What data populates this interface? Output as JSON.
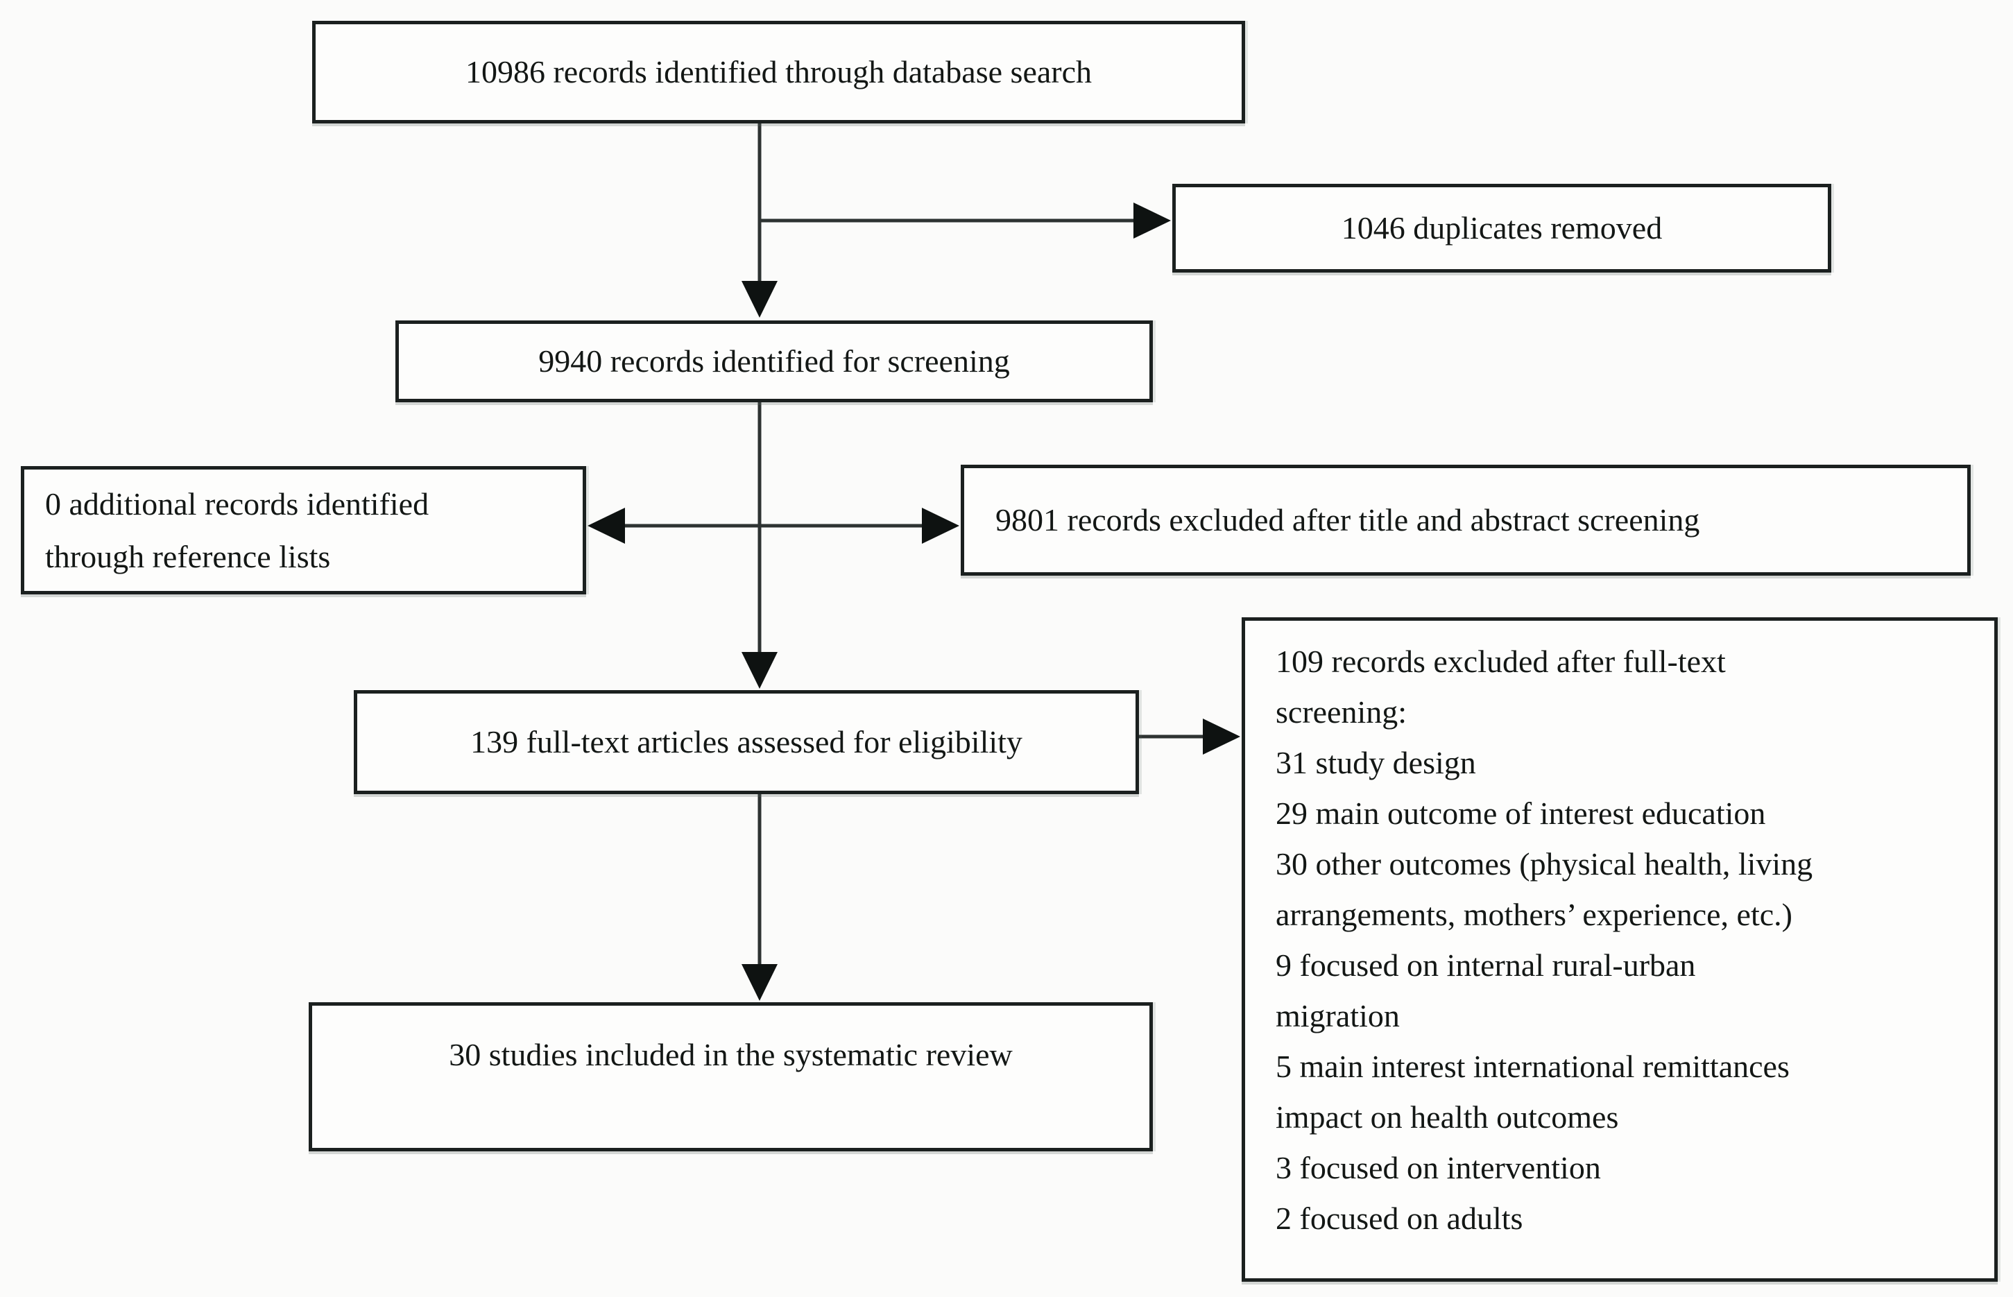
{
  "flowchart": {
    "boxes": {
      "identified": {
        "text": "10986 records identified through database search"
      },
      "duplicates": {
        "text": "1046 duplicates removed"
      },
      "screening": {
        "text": "9940 records identified for screening"
      },
      "reference_lists": {
        "lines": [
          "0 additional records identified",
          "through reference lists"
        ]
      },
      "title_abstract_excluded": {
        "text": "9801 records excluded after title and abstract screening"
      },
      "fulltext": {
        "text": "139 full-text articles assessed for eligibility"
      },
      "fulltext_excluded": {
        "lines": [
          "109 records excluded after full-text",
          "screening:",
          "31 study design",
          "29 main outcome of interest education",
          "30 other outcomes (physical health, living",
          "arrangements, mothers’ experience, etc.)",
          "9 focused on internal rural-urban",
          "migration",
          "5 main interest international remittances",
          "impact on health outcomes",
          "3 focused on intervention",
          "2 focused on adults"
        ]
      },
      "included": {
        "text": "30 studies included in the systematic review"
      }
    },
    "colors": {
      "border": "#1b201f",
      "line": "#2e3332",
      "arrowhead": "#0e1211",
      "text": "#131715",
      "background": "#fbfbfa"
    }
  }
}
